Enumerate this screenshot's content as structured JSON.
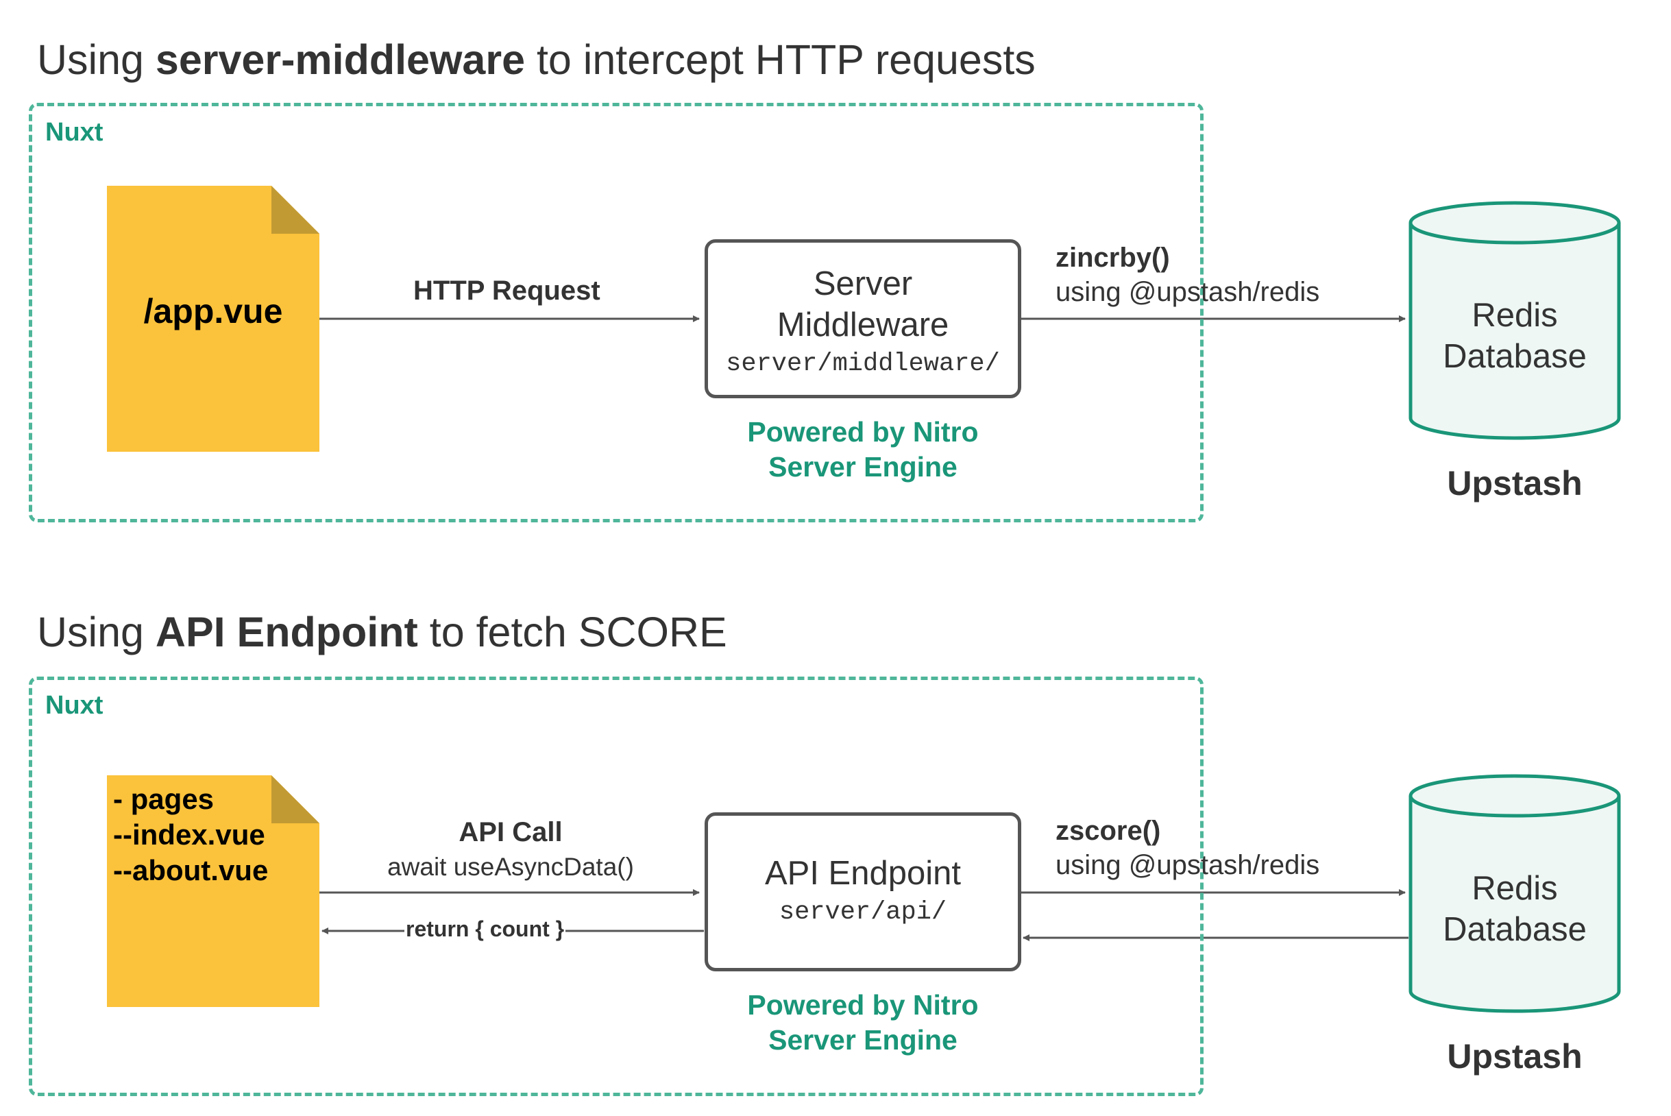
{
  "top": {
    "title_pre": "Using ",
    "title_bold": "server-middleware",
    "title_post": " to intercept HTTP requests",
    "container_label": "Nuxt",
    "file_label": "/app.vue",
    "request_label": "HTTP Request",
    "process_title_1": "Server",
    "process_title_2": "Middleware",
    "process_path": "server/middleware/",
    "powered_1": "Powered by Nitro",
    "powered_2": "Server Engine",
    "call_label": "zincrby()",
    "call_sub": "using @upstash/redis",
    "db_line_1": "Redis",
    "db_line_2": "Database",
    "db_caption": "Upstash"
  },
  "bottom": {
    "title_pre": "Using ",
    "title_bold": "API Endpoint",
    "title_post": " to fetch SCORE",
    "container_label": "Nuxt",
    "file_lines": [
      "- pages",
      "--index.vue",
      "--about.vue"
    ],
    "request_label": "API Call",
    "request_sub": "await useAsyncData()",
    "return_label": "return { count }",
    "process_title": "API Endpoint",
    "process_path": "server/api/",
    "powered_1": "Powered by Nitro",
    "powered_2": "Server Engine",
    "call_label": "zscore()",
    "call_sub": "using @upstash/redis",
    "db_line_1": "Redis",
    "db_line_2": "Database",
    "db_caption": "Upstash"
  },
  "colors": {
    "accent_green": "#1a9678",
    "dashed_border": "#4fb69a",
    "file_yellow": "#fbc23b",
    "db_fill": "#eef7f4",
    "line_gray": "#555555"
  }
}
